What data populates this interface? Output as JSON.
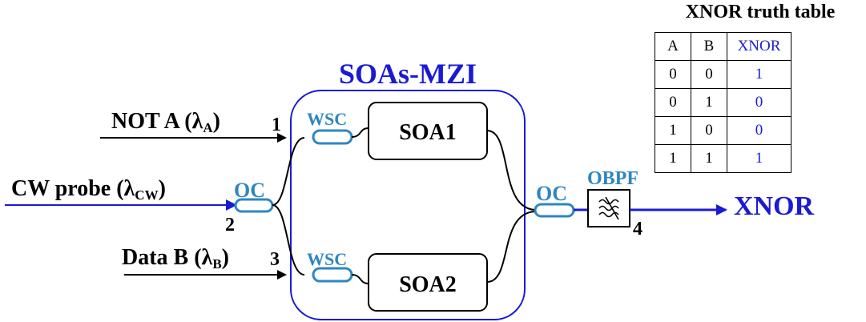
{
  "diagram": {
    "title": "SOAs-MZI",
    "inputs": {
      "not_a": "NOT A (λ",
      "not_a_sub": "A",
      "not_a_close": ")",
      "not_a_port": "1",
      "cw_probe": "CW probe (λ",
      "cw_probe_sub": "CW",
      "cw_probe_close": ")",
      "cw_port": "2",
      "data_b": "Data B (λ",
      "data_b_sub": "B",
      "data_b_close": ")",
      "data_b_port": "3"
    },
    "components": {
      "soa1": "SOA1",
      "soa2": "SOA2",
      "wsc_top": "WSC",
      "wsc_bottom": "WSC",
      "oc_input": "OC",
      "oc_output": "OC",
      "obpf": "OBPF"
    },
    "output": {
      "label": "XNOR",
      "port": "4"
    }
  },
  "truth_table": {
    "title": "XNOR truth table",
    "headers": [
      "A",
      "B",
      "XNOR"
    ],
    "rows": [
      [
        "0",
        "0",
        "1"
      ],
      [
        "0",
        "1",
        "0"
      ],
      [
        "1",
        "0",
        "0"
      ],
      [
        "1",
        "1",
        "1"
      ]
    ]
  },
  "colors": {
    "blue": "#1a1ad6",
    "coupler_blue": "#2e86c1",
    "black": "#000000"
  }
}
